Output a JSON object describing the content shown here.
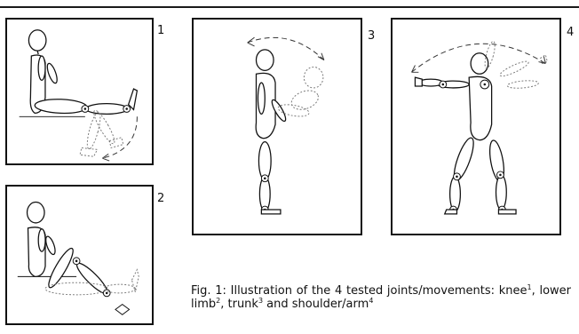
{
  "panels": [
    {
      "number": "1",
      "movement": "knee"
    },
    {
      "number": "2",
      "movement": "lower limb"
    },
    {
      "number": "3",
      "movement": "trunk"
    },
    {
      "number": "4",
      "movement": "shoulder/arm"
    }
  ],
  "caption": {
    "label": "Fig. 1:",
    "text_before": "Illustration of the 4 tested joints/movements: knee",
    "sup1": "1",
    "t2": ", lower limb",
    "sup2": "2",
    "t3": ", trunk",
    "sup3": "3",
    "t4": " and shoulder/arm",
    "sup4": "4"
  }
}
